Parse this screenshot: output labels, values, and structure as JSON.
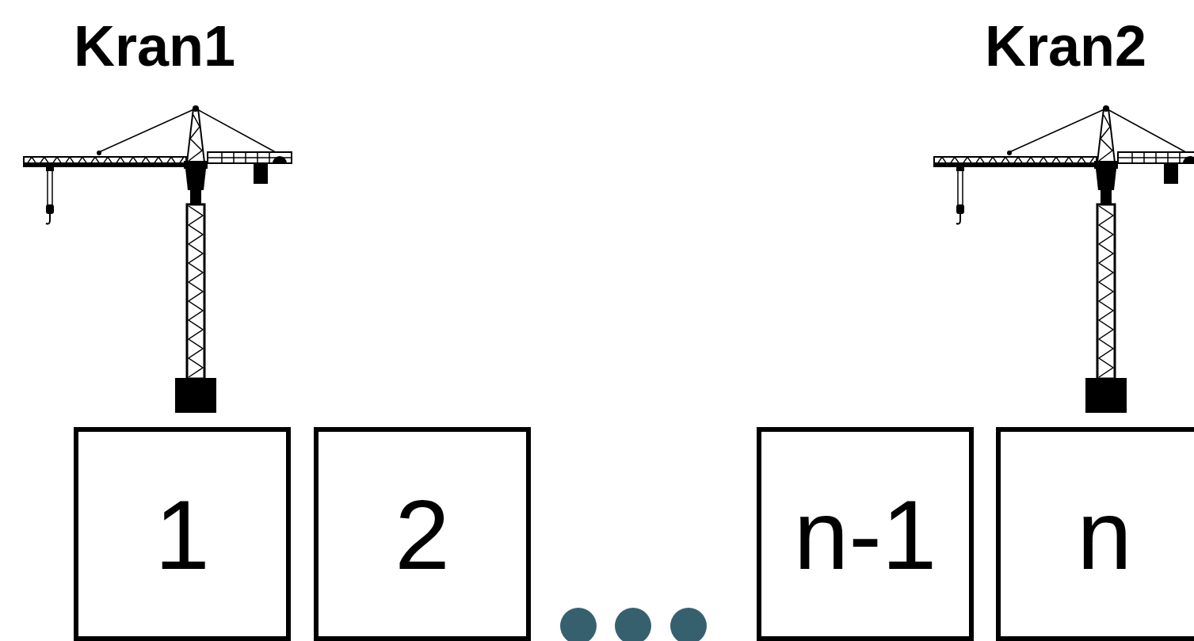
{
  "diagram": {
    "nodes": [
      {
        "text": [
          "1"
        ]
      },
      {
        "text": [
          "2"
        ]
      },
      {
        "text": [
          "n-1"
        ]
      },
      {
        "text": [
          "n"
        ]
      }
    ],
    "labels": [
      "Kran1",
      "Kran2"
    ]
  }
}
